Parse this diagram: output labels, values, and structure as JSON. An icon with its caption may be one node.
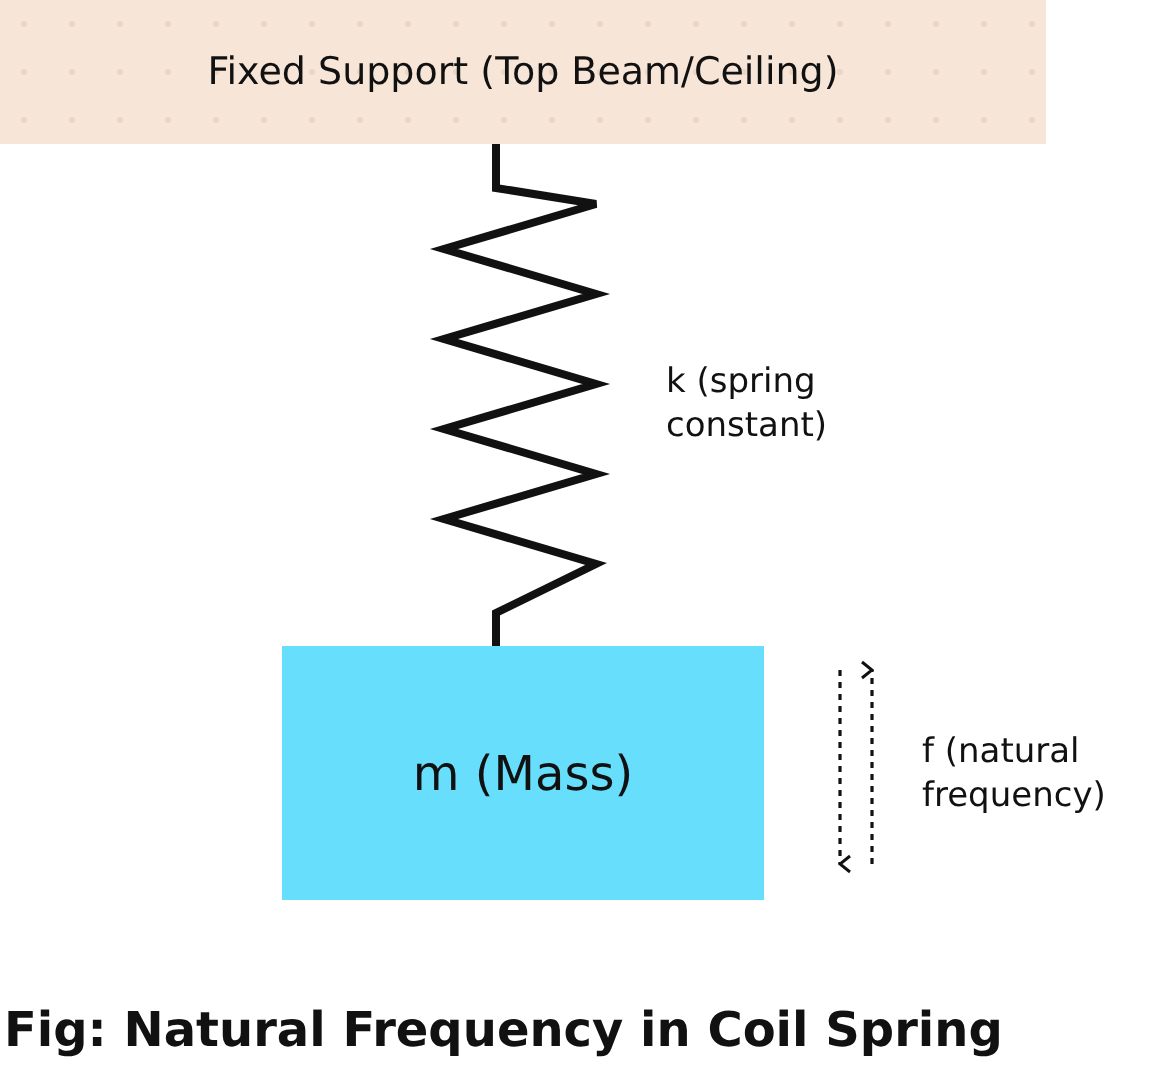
{
  "diagram": {
    "caption": "Fig: Natural Frequency in Coil Spring",
    "nodes": [
      {
        "text": [
          "Fixed Support (Top Beam/Ceiling)"
        ]
      },
      {
        "text": [
          "m (Mass)"
        ]
      }
    ],
    "edges": [
      {
        "from": 0,
        "to": 1,
        "arrow": "none"
      }
    ],
    "labels": [
      "k (spring constant)",
      "f (natural frequency)"
    ]
  }
}
